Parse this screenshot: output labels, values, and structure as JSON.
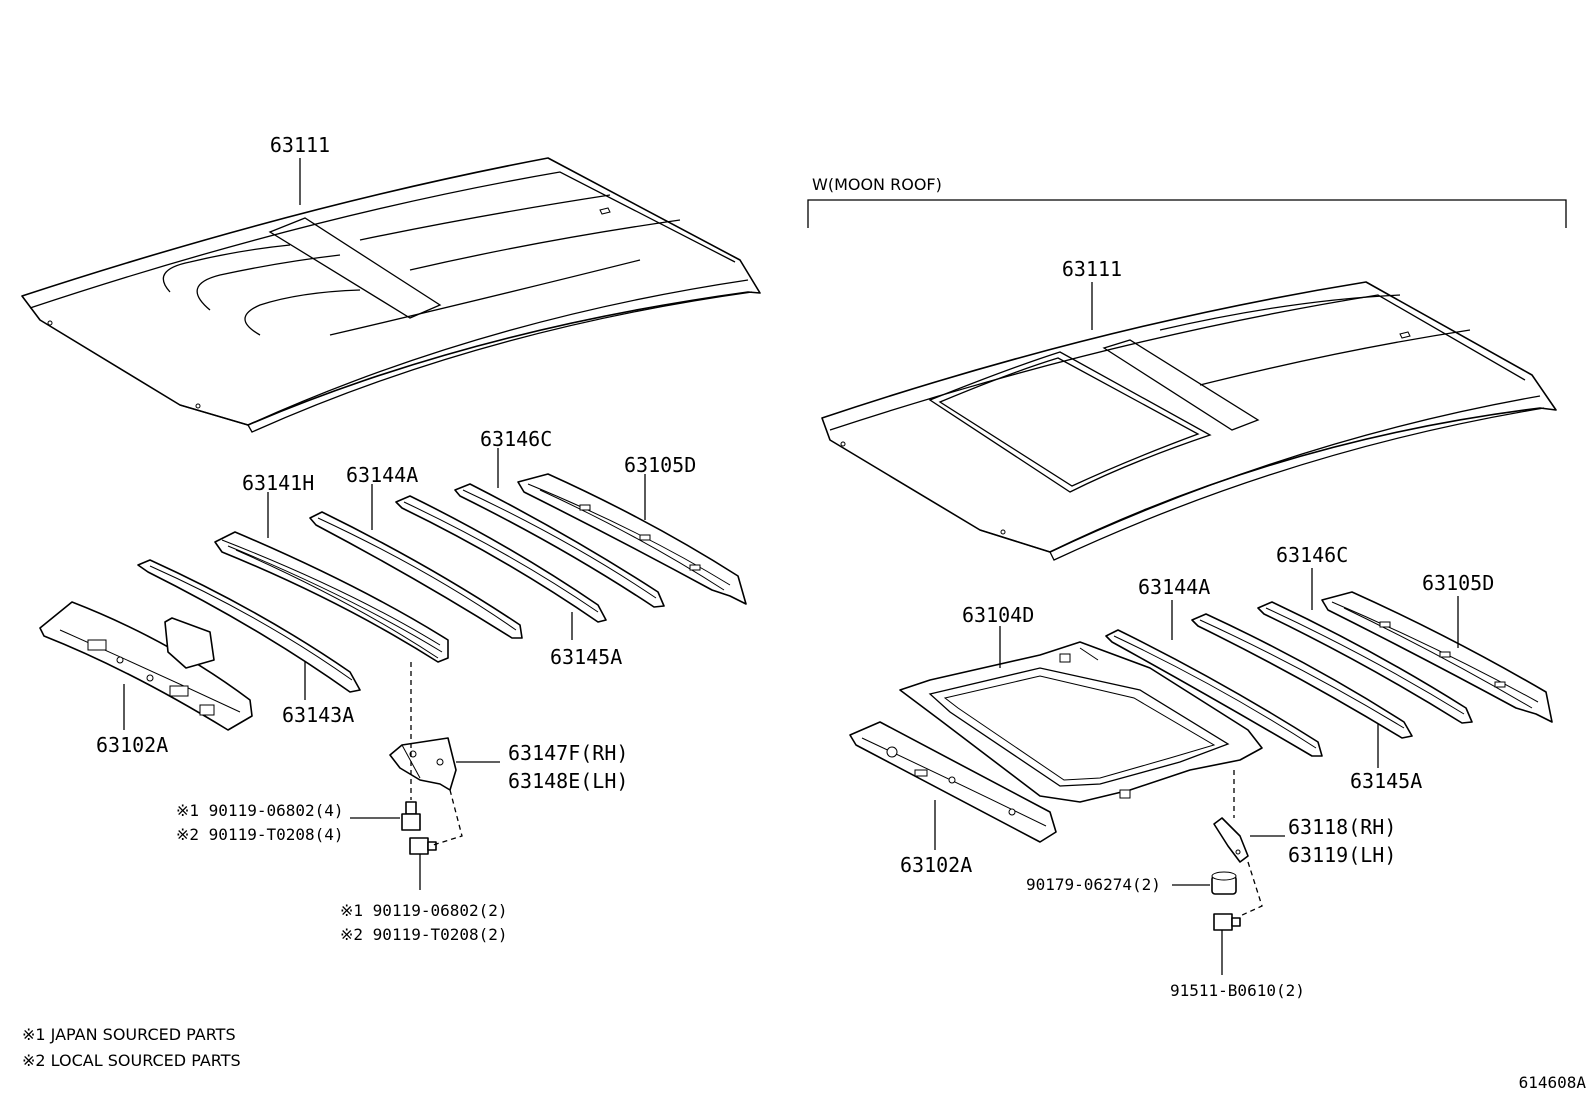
{
  "left": {
    "roof_panel": "63111",
    "parts": {
      "p63141H": "63141H",
      "p63144A": "63144A",
      "p63146C": "63146C",
      "p63105D": "63105D",
      "p63145A": "63145A",
      "p63143A": "63143A",
      "p63102A": "63102A",
      "p63147F": "63147F(RH)",
      "p63148E": "63148E(LH)"
    },
    "fasteners": {
      "bolt_a1": "※1 90119-06802(4)",
      "bolt_a2": "※2 90119-T0208(4)",
      "bolt_b1": "※1 90119-06802(2)",
      "bolt_b2": "※2 90119-T0208(2)"
    }
  },
  "right": {
    "section_label": "W(MOON ROOF)",
    "roof_panel": "63111",
    "parts": {
      "p63104D": "63104D",
      "p63144A": "63144A",
      "p63146C": "63146C",
      "p63105D": "63105D",
      "p63145A": "63145A",
      "p63102A": "63102A",
      "p63118": "63118(RH)",
      "p63119": "63119(LH)"
    },
    "fasteners": {
      "nut": "90179-06274(2)",
      "bolt": "91511-B0610(2)"
    }
  },
  "notes": {
    "note1": "※1  JAPAN SOURCED PARTS",
    "note2": "※2  LOCAL SOURCED PARTS"
  },
  "diagram_id": "614608A"
}
